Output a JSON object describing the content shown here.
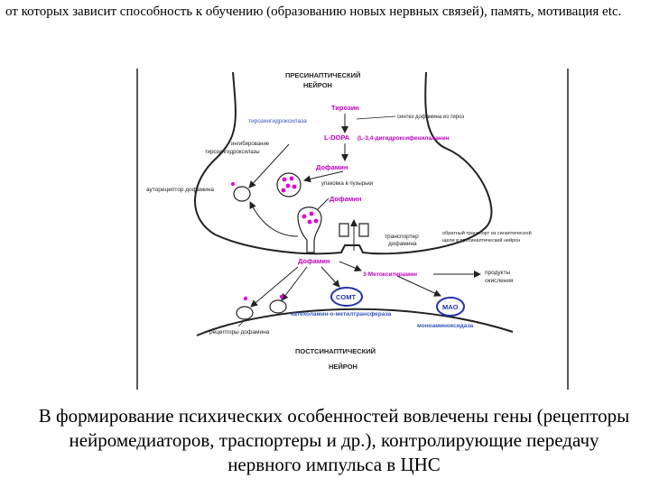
{
  "top_text": "от которых зависит способность к обучению (образованию новых нервных связей), память, мотивация etc.",
  "diagram": {
    "presynaptic_title_1": "ПРЕСИНАПТИЧЕСКИЙ",
    "presynaptic_title_2": "НЕЙРОН",
    "tyrosine": "Тирозин",
    "tyrosine_hydroxylase": "тирозингидроксилаза",
    "dopamine_synthesis": "синтез дофамина из тироз",
    "inhibition_1": "ингибирование",
    "inhibition_2": "тирозингидроксилазы",
    "ldopa": "L-DOPA",
    "ldopa_full": "(L-3,4-дигидроксифенилаланин",
    "dopamine_1": "Дофамин",
    "autoreceptor": "ауторецептор дофамина",
    "vesicle_packaging": "упаковка в пузырьки",
    "dopamine_2": "Дофамин",
    "transporter_1": "транспортер",
    "transporter_2": "дофамина",
    "reuptake_1": "обратный транспорт из синаптической",
    "reuptake_2": "щели в пресинаптический нейрон",
    "dopamine_3": "Дофамин",
    "methoxytyramine": "3-Метокситирамин",
    "oxidation_1": "продукты",
    "oxidation_2": "окисления",
    "comt": "COMT",
    "comt_full": "катехоламин-о-метилтрансфераза",
    "mao": "MAO",
    "mao_full": "моноаминоксидаза",
    "receptors": "рецепторы дофамина",
    "postsynaptic_title_1": "ПОСТСИНАПТИЧЕСКИЙ",
    "postsynaptic_title_2": "НЕЙРОН"
  },
  "caption": "В формирование психических особенностей вовлечены гены (рецепторы нейромедиаторов, траспортеры и др.), контролирующие передачу нервного импульса в ЦНС"
}
